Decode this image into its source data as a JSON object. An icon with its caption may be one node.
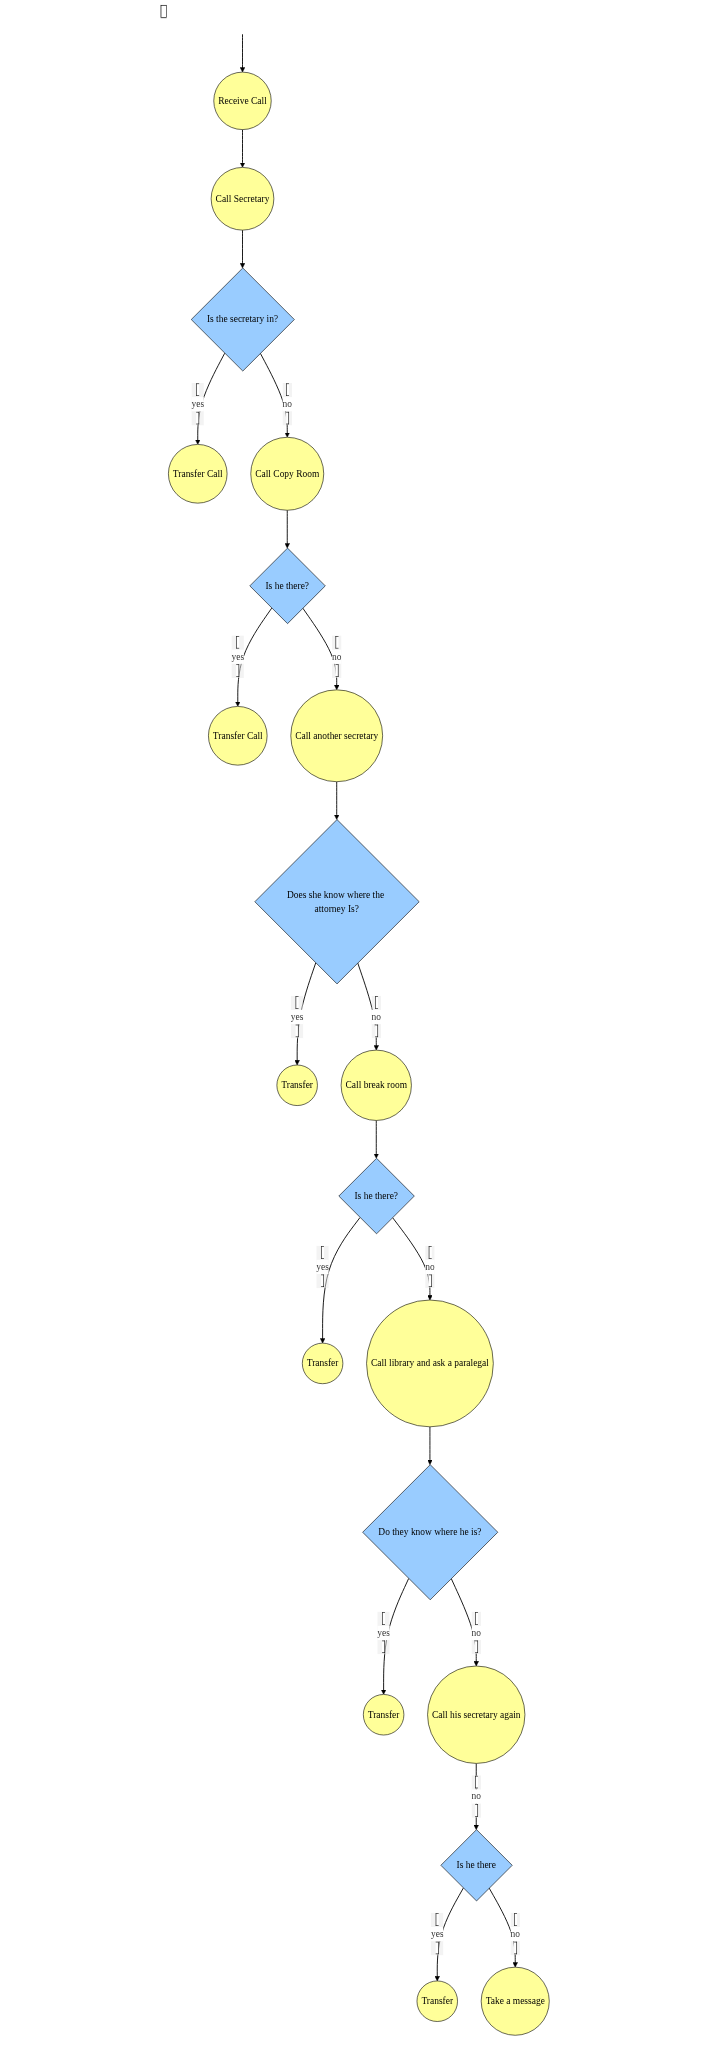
{
  "diagram": {
    "nodes": [
      {
        "text": [
          "Receive Call"
        ]
      },
      {
        "text": [
          "Call Secretary"
        ]
      },
      {
        "text": [
          "Is the secretary in?"
        ]
      },
      {
        "text": [
          "Transfer Call"
        ]
      },
      {
        "text": [
          "Call Copy Room"
        ]
      },
      {
        "text": [
          "Is he there?"
        ]
      },
      {
        "text": [
          "Transfer Call"
        ]
      },
      {
        "text": [
          "Call another secretary"
        ]
      },
      {
        "text": [
          "Does she know where the attorney Is?"
        ]
      },
      {
        "text": [
          "Transfer"
        ]
      },
      {
        "text": [
          "Call break room"
        ]
      },
      {
        "text": [
          "Is he there?"
        ]
      },
      {
        "text": [
          "Transfer"
        ]
      },
      {
        "text": [
          "Call library and ask a paralegal"
        ]
      },
      {
        "text": [
          "Do they know where he is?"
        ]
      },
      {
        "text": [
          "Transfer"
        ]
      },
      {
        "text": [
          "Call his secretary again"
        ]
      },
      {
        "text": [
          "Is he there"
        ]
      },
      {
        "text": [
          "Transfer"
        ]
      },
      {
        "text": [
          "Take a message"
        ]
      }
    ],
    "edges": [
      {
        "from": null,
        "to": 0,
        "arrow": "to"
      },
      {
        "from": 0,
        "to": 1,
        "arrow": "to"
      },
      {
        "from": 1,
        "to": 2,
        "arrow": "to"
      },
      {
        "from": 2,
        "to": 3,
        "arrow": "to",
        "label": "yes"
      },
      {
        "from": 2,
        "to": 4,
        "arrow": "to",
        "label": "no"
      },
      {
        "from": 4,
        "to": 5,
        "arrow": "to"
      },
      {
        "from": 5,
        "to": 6,
        "arrow": "to",
        "label": "yes"
      },
      {
        "from": 5,
        "to": 7,
        "arrow": "to",
        "label": "no"
      },
      {
        "from": 7,
        "to": 8,
        "arrow": "to"
      },
      {
        "from": 8,
        "to": 9,
        "arrow": "to",
        "label": "yes"
      },
      {
        "from": 8,
        "to": 10,
        "arrow": "to",
        "label": "no"
      },
      {
        "from": 10,
        "to": 11,
        "arrow": "to"
      },
      {
        "from": 11,
        "to": 12,
        "arrow": "to",
        "label": "yes"
      },
      {
        "from": 11,
        "to": 13,
        "arrow": "to",
        "label": "no"
      },
      {
        "from": 13,
        "to": 14,
        "arrow": "to"
      },
      {
        "from": 14,
        "to": 15,
        "arrow": "to",
        "label": "yes"
      },
      {
        "from": 14,
        "to": 16,
        "arrow": "to",
        "label": "no"
      },
      {
        "from": 16,
        "to": 17,
        "arrow": "to",
        "label": "no"
      },
      {
        "from": 17,
        "to": 18,
        "arrow": "to",
        "label": "yes"
      },
      {
        "from": 17,
        "to": 19,
        "arrow": "to",
        "label": "no"
      }
    ]
  }
}
